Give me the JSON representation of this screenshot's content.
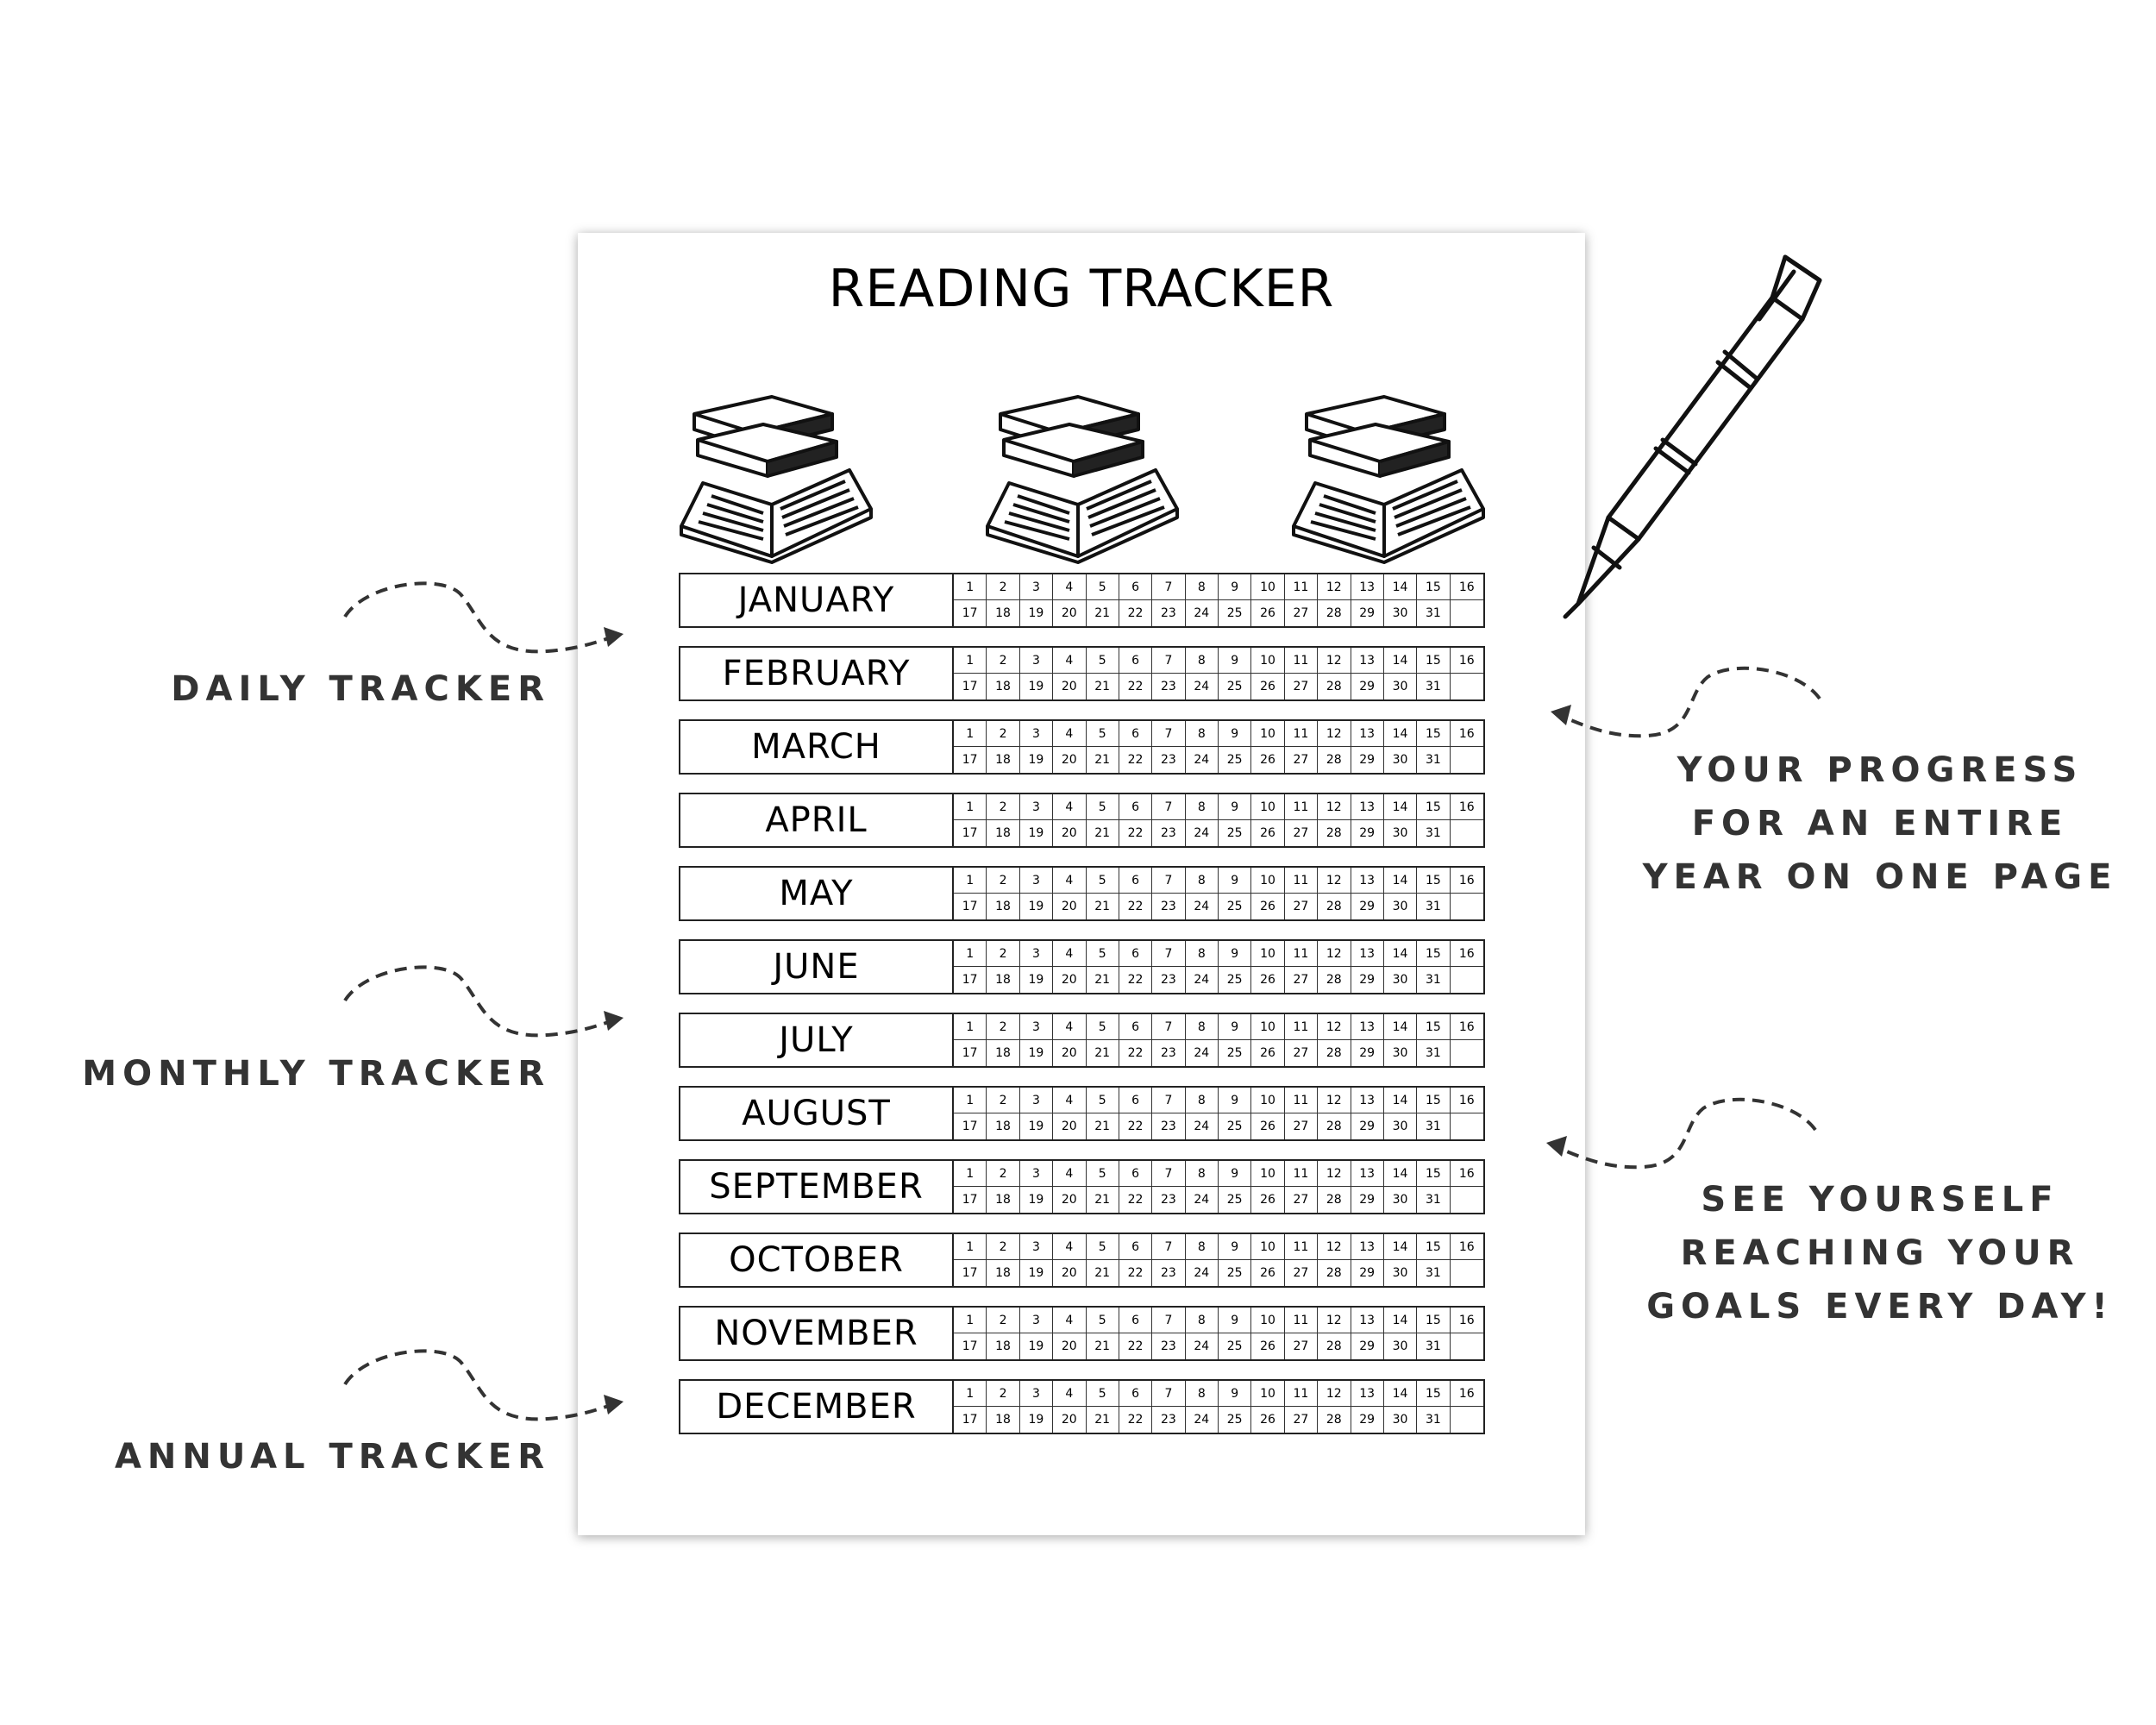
{
  "sheet": {
    "title": "READING TRACKER",
    "months": [
      "JANUARY",
      "FEBRUARY",
      "MARCH",
      "APRIL",
      "MAY",
      "JUNE",
      "JULY",
      "AUGUST",
      "SEPTEMBER",
      "OCTOBER",
      "NOVEMBER",
      "DECEMBER"
    ],
    "days_row1": [
      "1",
      "2",
      "3",
      "4",
      "5",
      "6",
      "7",
      "8",
      "9",
      "10",
      "11",
      "12",
      "13",
      "14",
      "15",
      "16"
    ],
    "days_row2": [
      "17",
      "18",
      "19",
      "20",
      "21",
      "22",
      "23",
      "24",
      "25",
      "26",
      "27",
      "28",
      "29",
      "30",
      "31",
      ""
    ]
  },
  "callouts": {
    "daily": "DAILY TRACKER",
    "monthly": "MONTHLY TRACKER",
    "annual": "ANNUAL TRACKER",
    "progress": [
      "YOUR PROGRESS",
      "FOR AN ENTIRE",
      "YEAR ON ONE PAGE"
    ],
    "goals": [
      "SEE YOURSELF",
      "REACHING YOUR",
      "GOALS EVERY DAY!"
    ]
  },
  "icons": {
    "books": "book-stack-icon",
    "pen": "pen-icon",
    "arrow": "dashed-arrow-icon"
  }
}
